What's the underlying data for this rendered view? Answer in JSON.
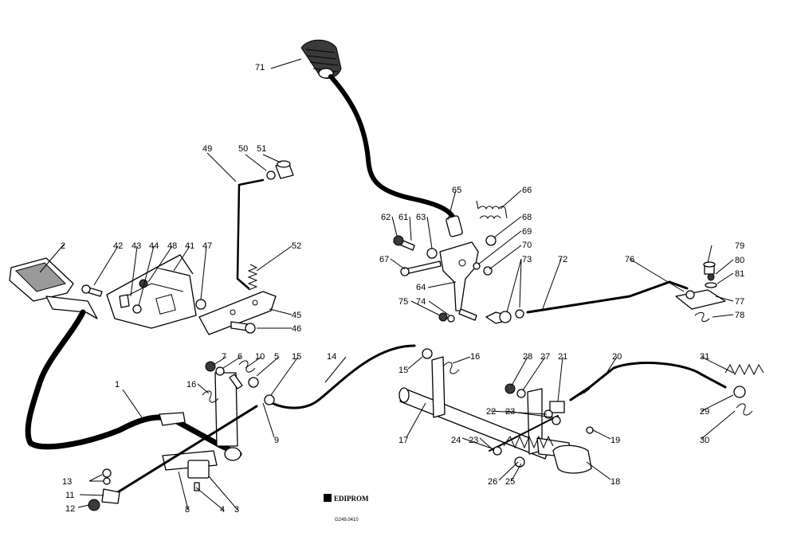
{
  "brand": {
    "name": "EDIPROM",
    "code": "G249.0410"
  },
  "callouts": [
    {
      "id": "1",
      "text": "1"
    },
    {
      "id": "2",
      "text": "2"
    },
    {
      "id": "3",
      "text": "3"
    },
    {
      "id": "4",
      "text": "4"
    },
    {
      "id": "5",
      "text": "5"
    },
    {
      "id": "6",
      "text": "6"
    },
    {
      "id": "7",
      "text": "7"
    },
    {
      "id": "8",
      "text": "8"
    },
    {
      "id": "9",
      "text": "9"
    },
    {
      "id": "10",
      "text": "10"
    },
    {
      "id": "11",
      "text": "11"
    },
    {
      "id": "12",
      "text": "12"
    },
    {
      "id": "13",
      "text": "13"
    },
    {
      "id": "14",
      "text": "14"
    },
    {
      "id": "15a",
      "text": "15"
    },
    {
      "id": "15b",
      "text": "15"
    },
    {
      "id": "16a",
      "text": "16"
    },
    {
      "id": "16b",
      "text": "16"
    },
    {
      "id": "17",
      "text": "17"
    },
    {
      "id": "18",
      "text": "18"
    },
    {
      "id": "19",
      "text": "19"
    },
    {
      "id": "20",
      "text": "20"
    },
    {
      "id": "21",
      "text": "21"
    },
    {
      "id": "22",
      "text": "22"
    },
    {
      "id": "23a",
      "text": "23"
    },
    {
      "id": "23b",
      "text": "23"
    },
    {
      "id": "24",
      "text": "24"
    },
    {
      "id": "25",
      "text": "25"
    },
    {
      "id": "26",
      "text": "26"
    },
    {
      "id": "27",
      "text": "27"
    },
    {
      "id": "28",
      "text": "28"
    },
    {
      "id": "29",
      "text": "29"
    },
    {
      "id": "30",
      "text": "30"
    },
    {
      "id": "31",
      "text": "31"
    },
    {
      "id": "41",
      "text": "41"
    },
    {
      "id": "42",
      "text": "42"
    },
    {
      "id": "43",
      "text": "43"
    },
    {
      "id": "44",
      "text": "44"
    },
    {
      "id": "45",
      "text": "45"
    },
    {
      "id": "46",
      "text": "46"
    },
    {
      "id": "47",
      "text": "47"
    },
    {
      "id": "48",
      "text": "48"
    },
    {
      "id": "49",
      "text": "49"
    },
    {
      "id": "50",
      "text": "50"
    },
    {
      "id": "51",
      "text": "51"
    },
    {
      "id": "52",
      "text": "52"
    },
    {
      "id": "61",
      "text": "61"
    },
    {
      "id": "62",
      "text": "62"
    },
    {
      "id": "63",
      "text": "63"
    },
    {
      "id": "64",
      "text": "64"
    },
    {
      "id": "65",
      "text": "65"
    },
    {
      "id": "66",
      "text": "66"
    },
    {
      "id": "67",
      "text": "67"
    },
    {
      "id": "68",
      "text": "68"
    },
    {
      "id": "69",
      "text": "69"
    },
    {
      "id": "70",
      "text": "70"
    },
    {
      "id": "71",
      "text": "71"
    },
    {
      "id": "72",
      "text": "72"
    },
    {
      "id": "73",
      "text": "73"
    },
    {
      "id": "74",
      "text": "74"
    },
    {
      "id": "75",
      "text": "75"
    },
    {
      "id": "76",
      "text": "76"
    },
    {
      "id": "77",
      "text": "77"
    },
    {
      "id": "78",
      "text": "78"
    },
    {
      "id": "79",
      "text": "79"
    },
    {
      "id": "80",
      "text": "80"
    },
    {
      "id": "81",
      "text": "81"
    }
  ]
}
